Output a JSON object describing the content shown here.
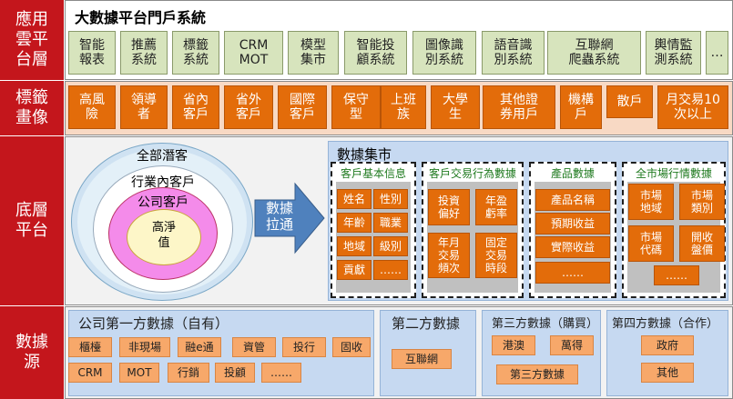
{
  "rows": {
    "app": "應用\n雲平\n台層",
    "tag": "標籤\n畫像",
    "base": "底層\n平台",
    "src": "數據\n源"
  },
  "app_title": "大數據平台門戶系統",
  "apps": [
    "智能\n報表",
    "推薦\n系統",
    "標籤\n系統",
    "CRM\nMOT",
    "模型\n集市",
    "智能投\n顧系統",
    "圖像識\n別系統",
    "語音識\n別系統",
    "互聯網\n爬蟲系統",
    "輿情監\n測系統",
    "…"
  ],
  "tags": [
    "高風\n險",
    "領導\n者",
    "省內\n客戶",
    "省外\n客戶",
    "國際\n客戶",
    "保守\n型",
    "上班\n族",
    "大學\n生",
    "其他證\n券用戶",
    "機構\n戶",
    "散戶",
    "月交易10\n次以上"
  ],
  "customers": {
    "all": "全部潛客",
    "industry": "行業內客戶",
    "company": "公司客戶",
    "high": "高淨\n值"
  },
  "arrow_label": "數據\n拉通",
  "mart": {
    "title": "數據集市",
    "groups": [
      {
        "title": "客戶基本信息",
        "items": [
          "姓名",
          "性別",
          "年齡",
          "職業",
          "地域",
          "級別",
          "貢獻",
          "……"
        ]
      },
      {
        "title": "客戶交易行為數據",
        "items": [
          "投資\n偏好",
          "年盈\n虧率",
          "年月\n交易\n頻次",
          "固定\n交易\n時段"
        ]
      },
      {
        "title": "產品數據",
        "items": [
          "產品名稱",
          "預期收益",
          "實際收益",
          "……"
        ]
      },
      {
        "title": "全市場行情數據",
        "items": [
          "市場\n地域",
          "市場\n類別",
          "市場\n代碼",
          "開收\n盤價",
          "……"
        ]
      }
    ]
  },
  "sources": {
    "first": {
      "title": "公司第一方數據（自有）",
      "items": [
        "櫃檯",
        "非現場",
        "融e通",
        "資管",
        "投行",
        "固收",
        "CRM",
        "MOT",
        "行銷",
        "投顧",
        "……"
      ]
    },
    "second": {
      "title": "第二方數據",
      "items": [
        "互聯網"
      ]
    },
    "third": {
      "title": "第三方數據（購買）",
      "items": [
        "港澳",
        "萬得",
        "第三方數據"
      ]
    },
    "fourth": {
      "title": "第四方數據（合作）",
      "items": [
        "政府",
        "其他"
      ]
    }
  },
  "colors": {
    "label_red": "#c4161c",
    "orange": "#e36c0a",
    "green": "#d7e4bd",
    "blue": "#c6d9f1"
  }
}
